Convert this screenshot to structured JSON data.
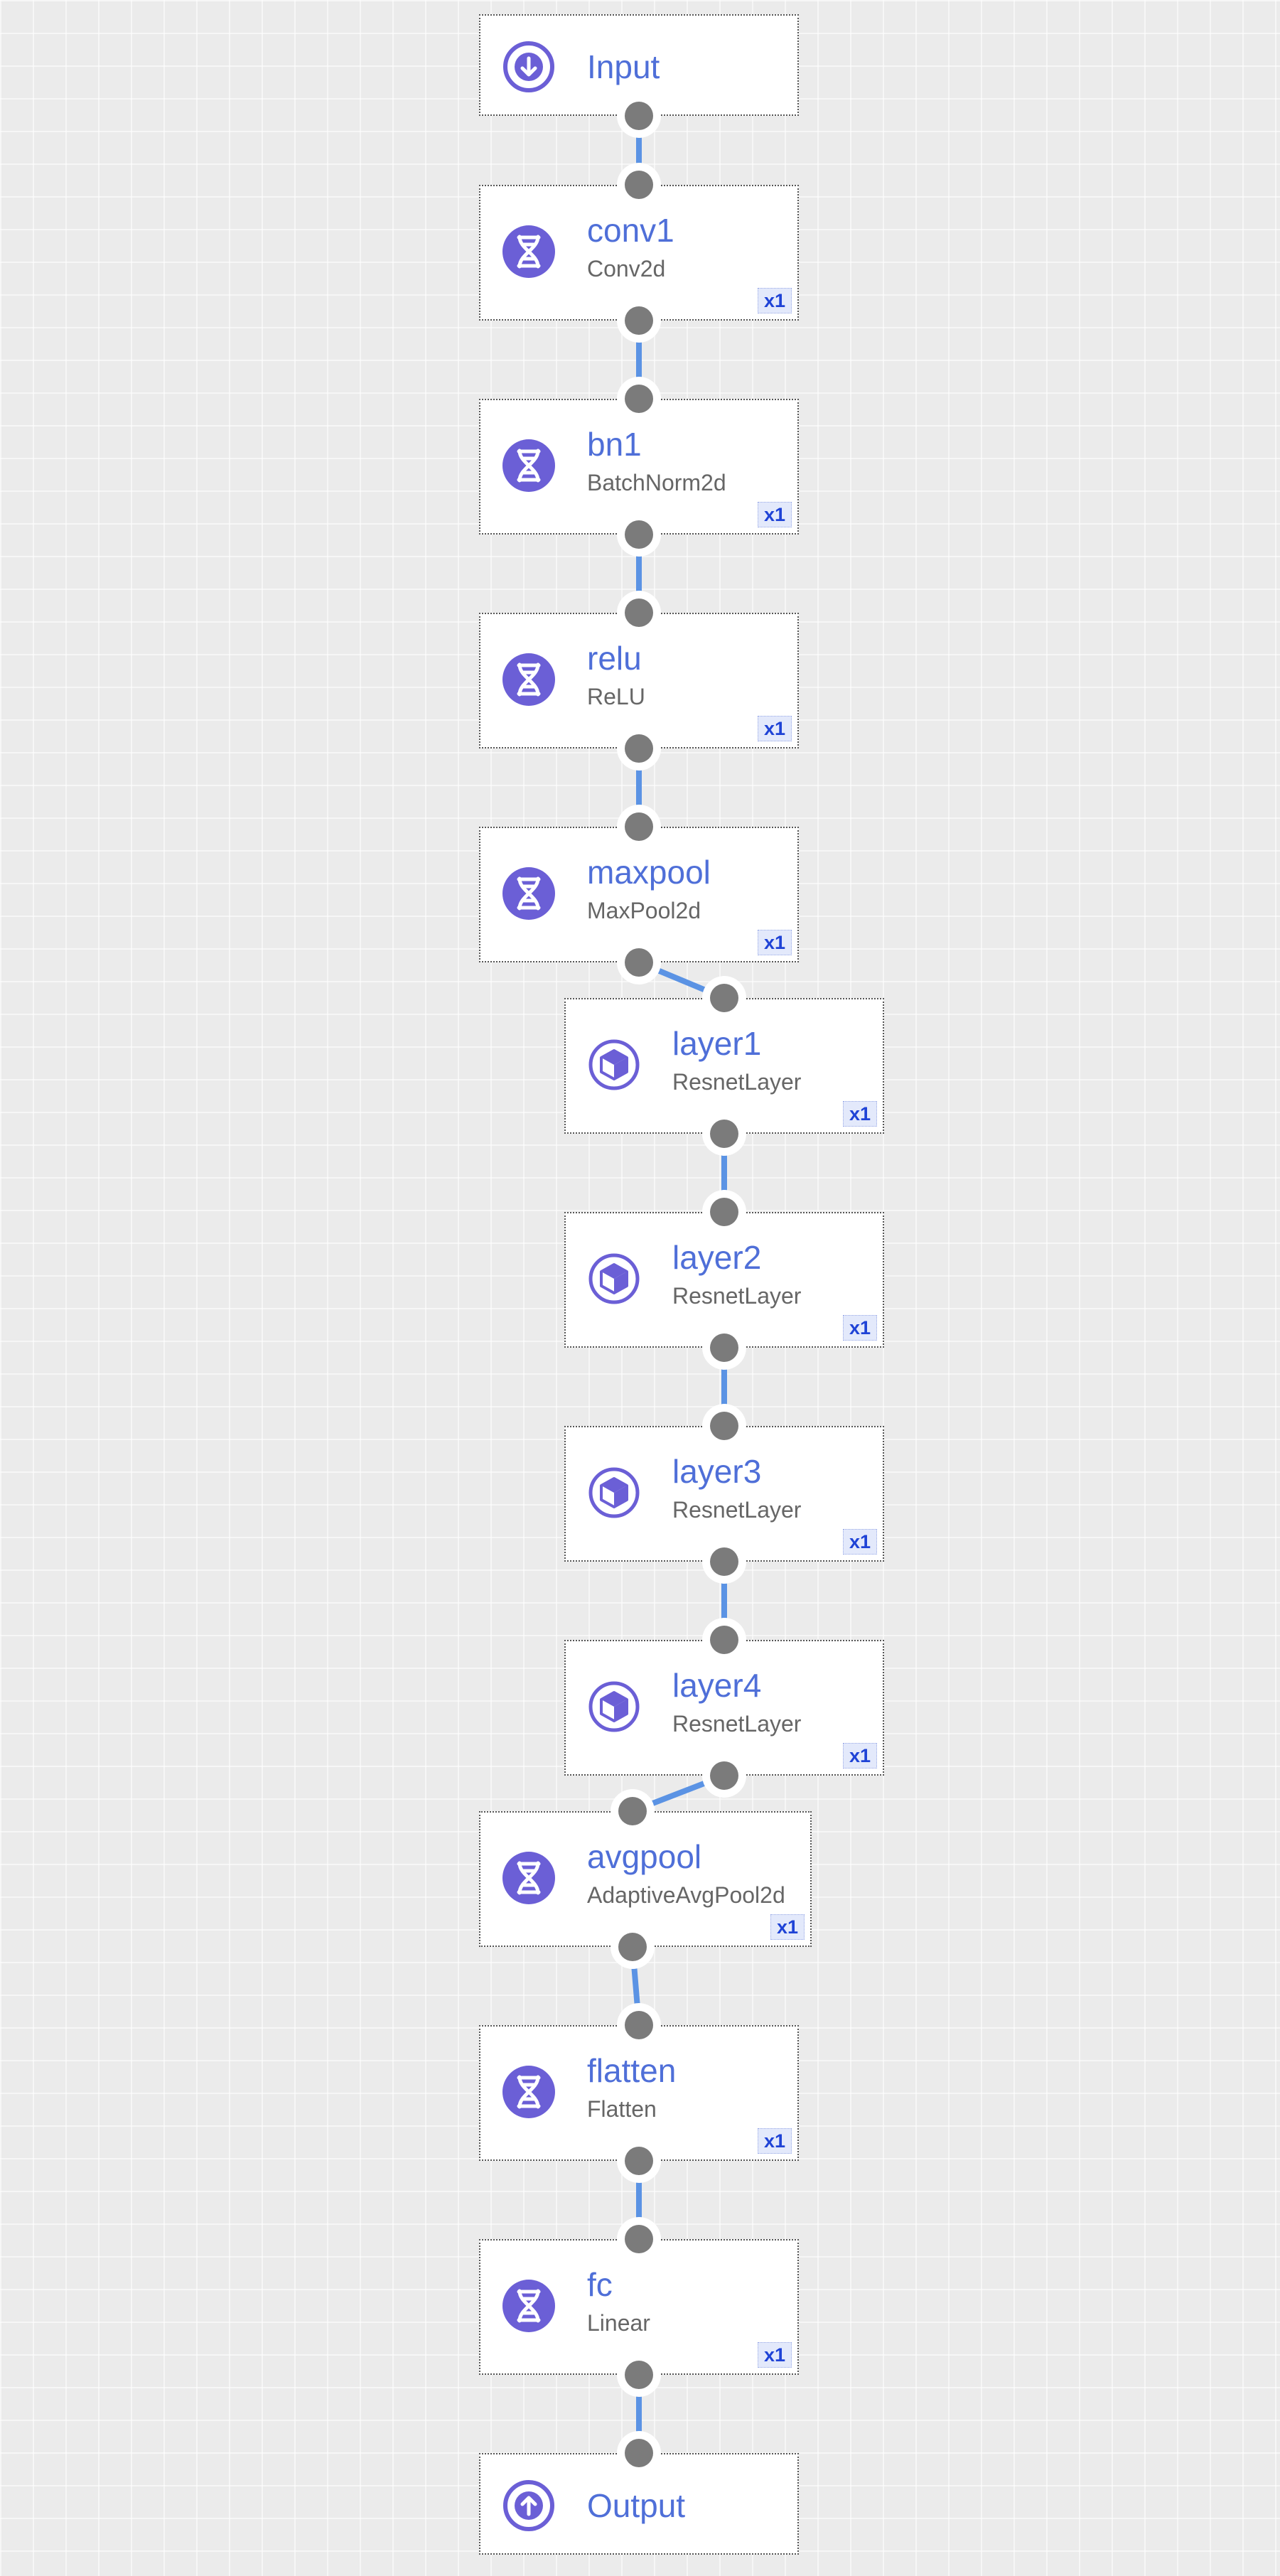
{
  "colors": {
    "accent": "#4f6fd8",
    "edge": "#5b93e4",
    "icon": "#6b5fd6",
    "port": "#7b7b7b",
    "badge_bg": "#e3e9fb",
    "badge_text": "#1f43d6"
  },
  "graph": {
    "nodes": [
      {
        "id": "input",
        "name": "Input",
        "type": "",
        "badge": "",
        "icon": "arrow-down-circle-icon"
      },
      {
        "id": "conv1",
        "name": "conv1",
        "type": "Conv2d",
        "badge": "x1",
        "icon": "dna-icon"
      },
      {
        "id": "bn1",
        "name": "bn1",
        "type": "BatchNorm2d",
        "badge": "x1",
        "icon": "dna-icon"
      },
      {
        "id": "relu",
        "name": "relu",
        "type": "ReLU",
        "badge": "x1",
        "icon": "dna-icon"
      },
      {
        "id": "maxpool",
        "name": "maxpool",
        "type": "MaxPool2d",
        "badge": "x1",
        "icon": "dna-icon"
      },
      {
        "id": "layer1",
        "name": "layer1",
        "type": "ResnetLayer",
        "badge": "x1",
        "icon": "cube-icon"
      },
      {
        "id": "layer2",
        "name": "layer2",
        "type": "ResnetLayer",
        "badge": "x1",
        "icon": "cube-icon"
      },
      {
        "id": "layer3",
        "name": "layer3",
        "type": "ResnetLayer",
        "badge": "x1",
        "icon": "cube-icon"
      },
      {
        "id": "layer4",
        "name": "layer4",
        "type": "ResnetLayer",
        "badge": "x1",
        "icon": "cube-icon"
      },
      {
        "id": "avgpool",
        "name": "avgpool",
        "type": "AdaptiveAvgPool2d",
        "badge": "x1",
        "icon": "dna-icon"
      },
      {
        "id": "flatten",
        "name": "flatten",
        "type": "Flatten",
        "badge": "x1",
        "icon": "dna-icon"
      },
      {
        "id": "fc",
        "name": "fc",
        "type": "Linear",
        "badge": "x1",
        "icon": "dna-icon"
      },
      {
        "id": "output",
        "name": "Output",
        "type": "",
        "badge": "",
        "icon": "arrow-up-circle-icon"
      }
    ],
    "edges": [
      [
        "input",
        "conv1"
      ],
      [
        "conv1",
        "bn1"
      ],
      [
        "bn1",
        "relu"
      ],
      [
        "relu",
        "maxpool"
      ],
      [
        "maxpool",
        "layer1"
      ],
      [
        "layer1",
        "layer2"
      ],
      [
        "layer2",
        "layer3"
      ],
      [
        "layer3",
        "layer4"
      ],
      [
        "layer4",
        "avgpool"
      ],
      [
        "avgpool",
        "flatten"
      ],
      [
        "flatten",
        "fc"
      ],
      [
        "fc",
        "output"
      ]
    ]
  }
}
